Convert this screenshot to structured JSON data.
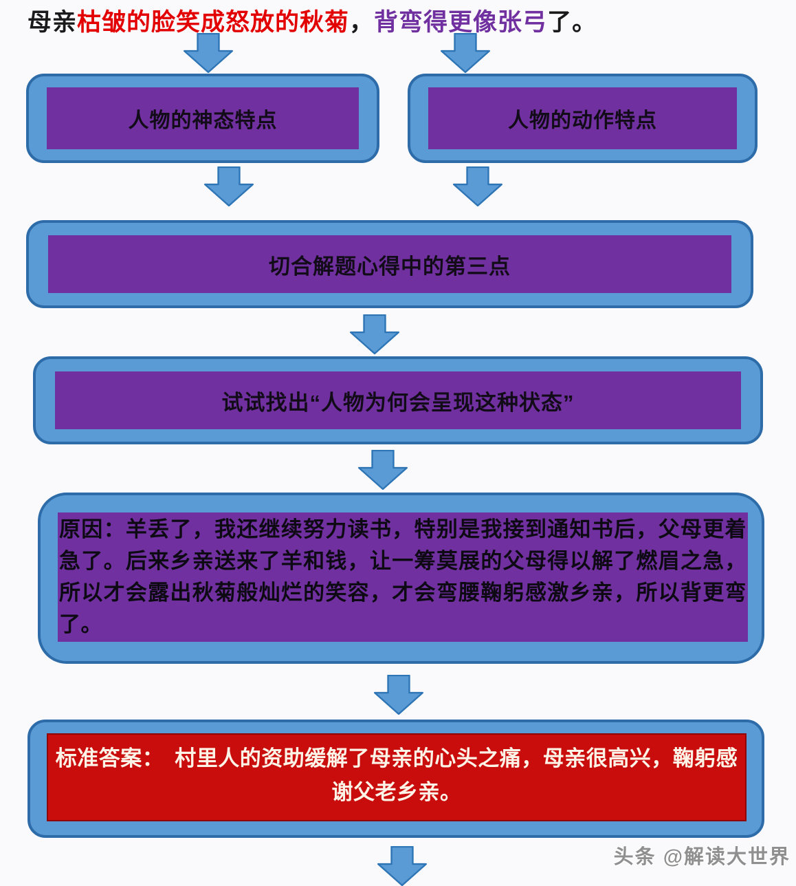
{
  "page": {
    "background": "#faf9fc",
    "watermark": "头条 @解读大世界"
  },
  "title": {
    "segments": [
      {
        "text": "母亲",
        "color": "#1a1a1a"
      },
      {
        "text": "枯皱的脸笑成怒放的秋菊",
        "color": "#e30000"
      },
      {
        "text": "，",
        "color": "#1a1a1a"
      },
      {
        "text": "背弯得更像张弓",
        "color": "#7030a0"
      },
      {
        "text": "了。",
        "color": "#1a1a1a"
      }
    ]
  },
  "flowchart": {
    "row1_left": "人物的神态特点",
    "row1_right": "人物的动作特点",
    "step_match": "切合解题心得中的第三点",
    "step_find": "试试找出“人物为何会呈现这种状态”",
    "reason_text": "原因：羊丢了，我还继续努力读书，特别是我接到通知书后，父母更着急了。后来乡亲送来了羊和钱，让一筹莫展的父母得以解了燃眉之急，所以才会露出秋菊般灿烂的笑容，才会弯腰鞠躬感激乡亲，所以背更弯了。",
    "answer_text": "标准答案：　村里人的资助缓解了母亲的心头之痛，母亲很高兴，鞠躬感谢父老乡亲。"
  },
  "icons": {
    "down_arrow": "block-down-arrow"
  },
  "colors": {
    "box_fill_blue": "#5b9bd5",
    "box_border_blue": "#2d6ca8",
    "panel_purple": "#7030a0",
    "answer_red": "#c90d0d",
    "answer_text": "#fdf3e7",
    "title_red": "#e30000",
    "title_purple": "#7030a0",
    "watermark_gray": "#8f8f8f"
  }
}
